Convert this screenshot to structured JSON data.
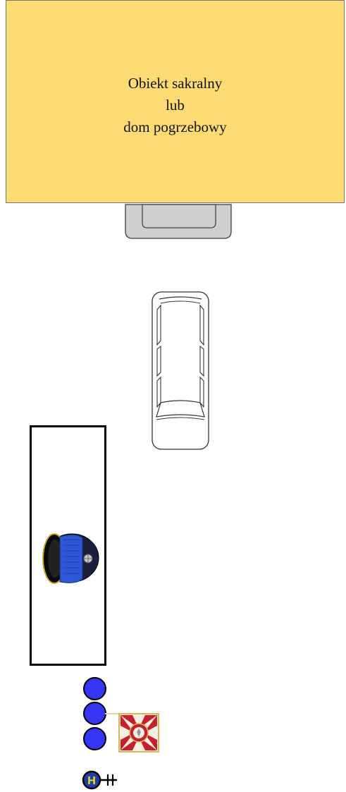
{
  "building": {
    "label_lines": [
      "Obiekt sakralny",
      "lub",
      "dom pogrzebowy"
    ],
    "fill_color": "#fedc73"
  },
  "entrance": {
    "color": "#cfcfcf"
  },
  "hearse": {
    "color": "#ffffff"
  },
  "coffin": {
    "item": "police-cap-icon"
  },
  "honor_guard": {
    "person_color": "#3535f5",
    "count": 3,
    "banner": "flag-banner-icon"
  },
  "leader": {
    "symbol": "H",
    "color": "#1f3fa8"
  }
}
